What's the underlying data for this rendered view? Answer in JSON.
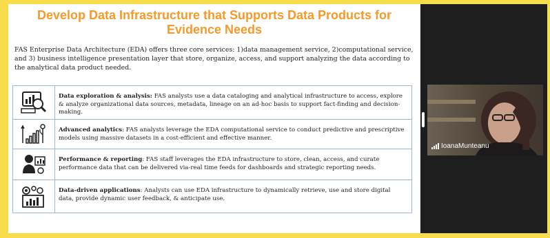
{
  "slide": {
    "title": "Develop Data Infrastructure that Supports Data Products for Evidence Needs",
    "intro": "FAS Enterprise Data Architecture (EDA) offers three core services: 1)data management service, 2)computational service, and 3) business intelligence presentation layer that store, organize, access, and support analyzing the data according to the analytical data product needed.",
    "rows": [
      {
        "icon": "data-exploration-icon",
        "heading": "Data exploration & analysis:",
        "text": " FAS analysts use a data cataloging and analytical infrastructure to access, explore & analyze organizational data sources, metadata, lineage on an ad-hoc basis to support fact-finding and decision-making."
      },
      {
        "icon": "advanced-analytics-icon",
        "heading": "Advanced analytics",
        "text": ": FAS analysts leverage the EDA computational service to conduct predictive and prescriptive models using massive datasets in a cost-efficient and effective manner."
      },
      {
        "icon": "performance-reporting-icon",
        "heading": "Performance & reporting",
        "text": ": FAS staff leverages the EDA infrastructure to store, clean, access, and curate performance data that can be delivered via-real time feeds for dashboards and strategic reporting needs."
      },
      {
        "icon": "data-driven-applications-icon",
        "heading": "Data-driven applications",
        "text": ": Analysts can use EDA infrastructure to dynamically retrieve, use and store digital data, provide dynamic user feedback, & anticipate use."
      }
    ]
  },
  "video": {
    "participant_name": "IoanaMunteanu",
    "signal-icon": "signal-bars-icon"
  },
  "colors": {
    "frame": "#f7dd4b",
    "title": "#f39a2b",
    "table_border": "#9db7d6",
    "background": "#1e1e1e"
  }
}
